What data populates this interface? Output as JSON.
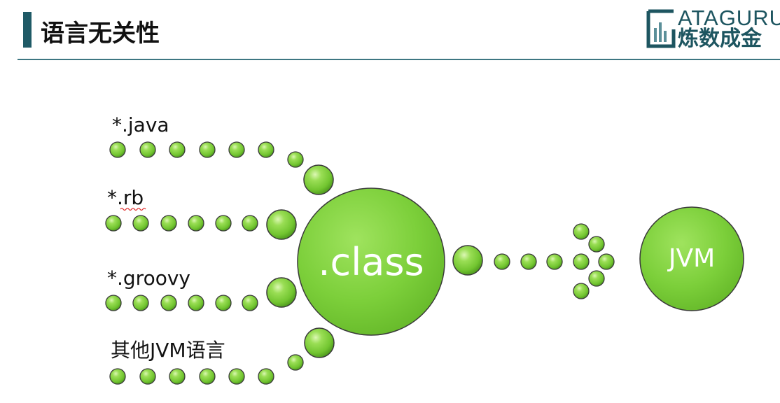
{
  "header": {
    "title": "语言无关性"
  },
  "logo": {
    "line1": "ATAGURU",
    "line2": "炼数成金"
  },
  "sources": [
    {
      "label": "*.java"
    },
    {
      "label": "*.rb"
    },
    {
      "label": "*.groovy"
    },
    {
      "label": "其他JVM语言"
    }
  ],
  "hub": {
    "label": ".class"
  },
  "target": {
    "label": "JVM"
  },
  "colors": {
    "accent": "#1f5a66",
    "node_fill": "#7ccf3a",
    "node_stroke": "#3a3a3a",
    "node_text": "#ffffff"
  }
}
